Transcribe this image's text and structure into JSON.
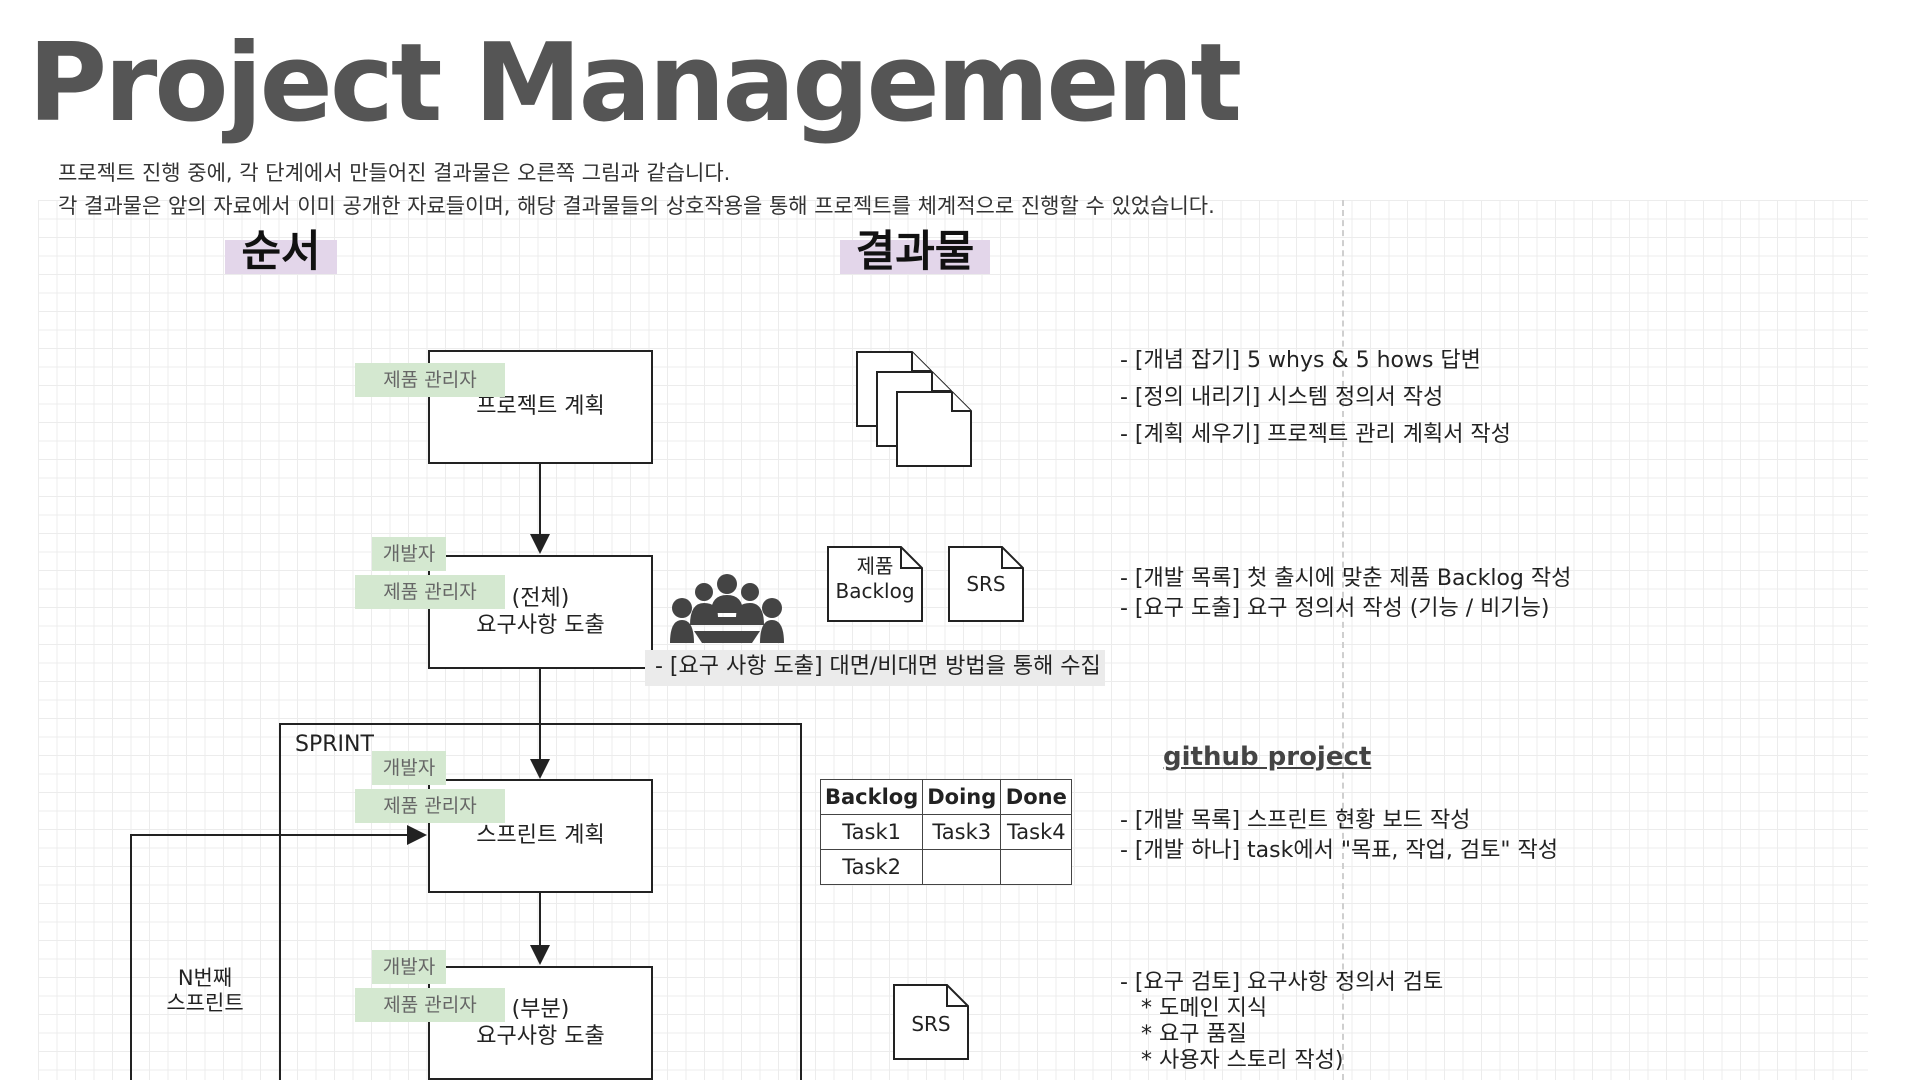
{
  "title": "Project Management",
  "intro": [
    "프로젝트 진행 중에, 각 단계에서 만들어진 결과물은 오른쪽 그림과 같습니다.",
    "각 결과물은 앞의 자료에서 이미 공개한 자료들이며, 해당 결과물들의 상호작용을 통해 프로젝트를 체계적으로 진행할 수 있었습니다."
  ],
  "headers": {
    "order": "순서",
    "outputs": "결과물"
  },
  "colors": {
    "header_highlight": "#e3d6ea",
    "role_tag_bg": "#d4e8d0",
    "title": "#555555"
  },
  "roles": {
    "pm": "제품 관리자",
    "dev": "개발자"
  },
  "steps": [
    {
      "label": "프로젝트 계획",
      "roles": [
        "제품 관리자"
      ]
    },
    {
      "label": "(전체)\n요구사항 도출",
      "roles": [
        "개발자",
        "제품 관리자"
      ]
    },
    {
      "label": "스프린트 계획",
      "roles": [
        "개발자",
        "제품 관리자"
      ]
    },
    {
      "label": "(부분)\n요구사항 도출",
      "roles": [
        "개발자",
        "제품 관리자"
      ]
    }
  ],
  "sprint": {
    "label": "SPRINT",
    "loop_label": "N번째\n스프린트"
  },
  "gathering_note": "- [요구 사항 도출] 대면/비대면 방법을 통해 수집",
  "documents": {
    "product_backlog": "제품\nBacklog",
    "srs": "SRS",
    "srs_2": "SRS"
  },
  "icons": {
    "docs": "documents-stack-icon",
    "meeting": "meeting-people-icon"
  },
  "board": {
    "headers": [
      "Backlog",
      "Doing",
      "Done"
    ],
    "rows": [
      [
        "Task1",
        "Task3",
        "Task4"
      ],
      [
        "Task2",
        "",
        ""
      ]
    ]
  },
  "github_link": "github project",
  "notes": {
    "plan": [
      "- [개념 잡기] 5 whys & 5 hows 답변",
      "- [정의 내리기] 시스템 정의서 작성",
      "- [계획 세우기] 프로젝트 관리 계획서 작성"
    ],
    "requirements": [
      "- [개발 목록] 첫 출시에 맞춘 제품 Backlog 작성",
      "- [요구 도출] 요구 정의서 작성 (기능 / 비기능)"
    ],
    "sprint": [
      "- [개발 목록] 스프린트 현황 보드 작성",
      "- [개발 하나] task에서 \"목표, 작업, 검토\" 작성"
    ],
    "review": [
      "- [요구 검토] 요구사항 정의서 검토",
      "   * 도메인 지식",
      "   * 요구 품질",
      "   * 사용자 스토리 작성)"
    ]
  }
}
